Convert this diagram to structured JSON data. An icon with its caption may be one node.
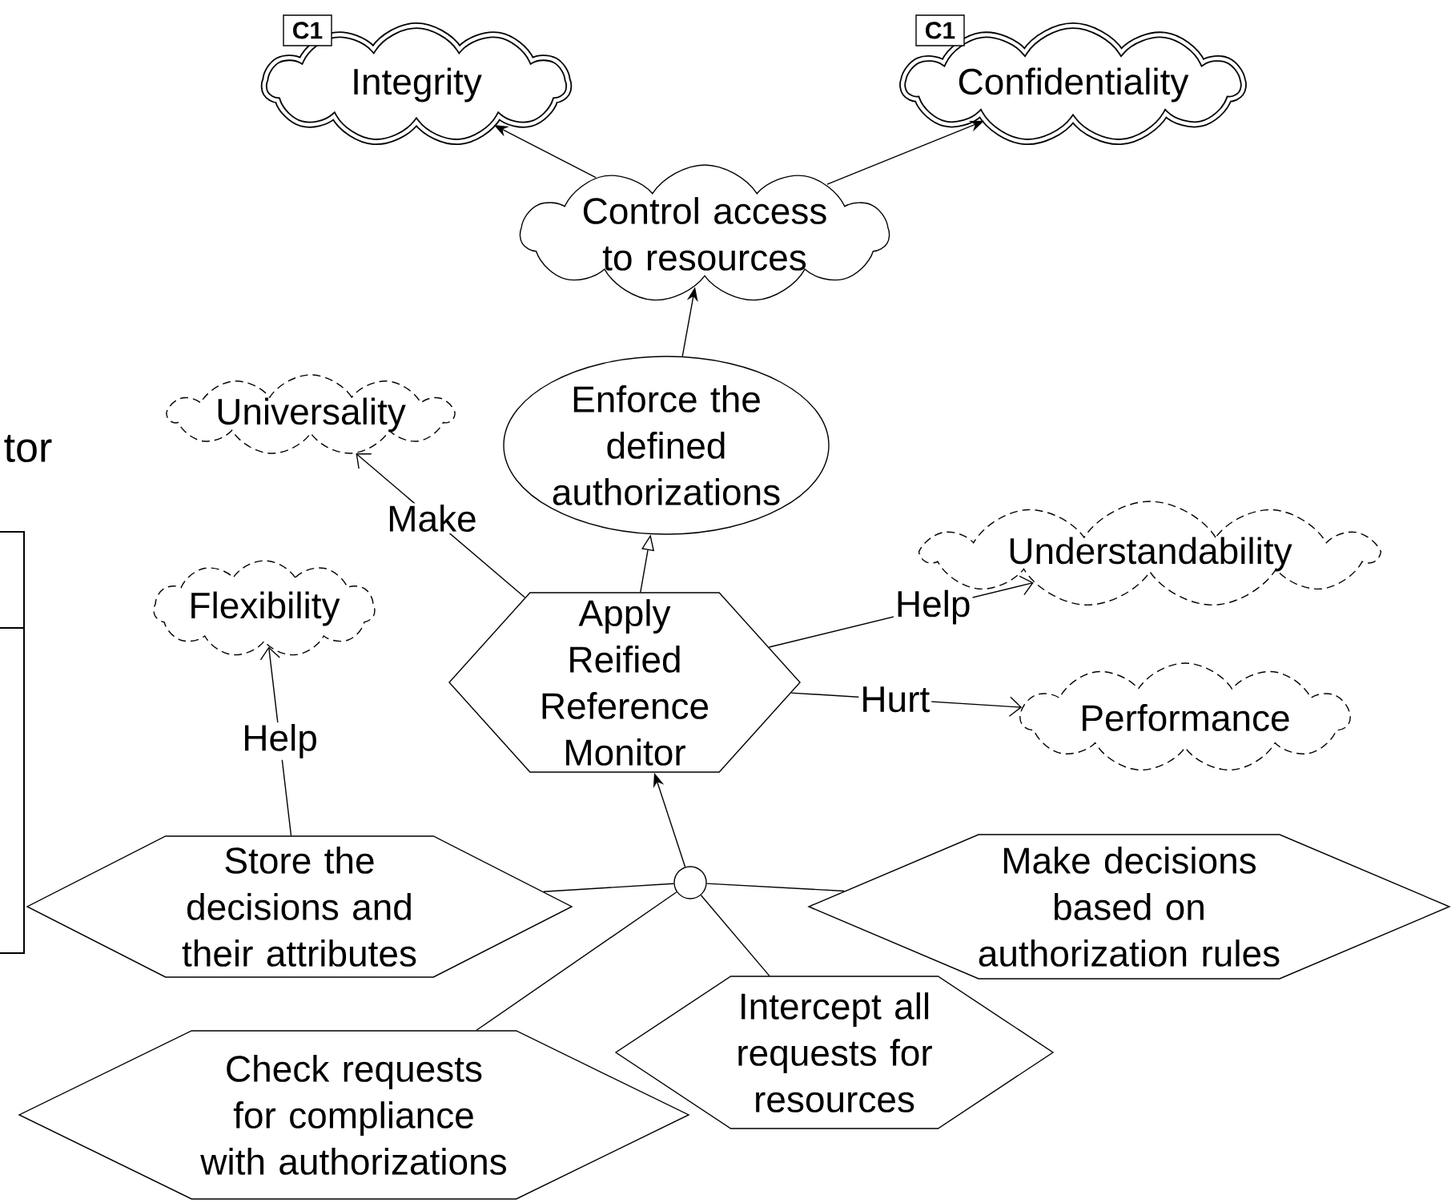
{
  "diagram": {
    "nodes": [
      {
        "text": [
          "C1",
          "Integrity"
        ]
      },
      {
        "text": [
          "C1",
          "Confidentiality"
        ]
      },
      {
        "text": [
          "Control access to resources"
        ]
      },
      {
        "text": [
          "Universality"
        ]
      },
      {
        "text": [
          "Enforce the defined authorizations"
        ]
      },
      {
        "text": [
          "Understandability"
        ]
      },
      {
        "text": [
          "Flexibility"
        ]
      },
      {
        "text": [
          "Apply Reified Reference Monitor"
        ]
      },
      {
        "text": [
          "Performance"
        ]
      },
      {
        "text": [
          "Store the decisions and their attributes"
        ]
      },
      {
        "text": [],
        "shape": "circle"
      },
      {
        "text": [
          "Make decisions based on authorization rules"
        ]
      },
      {
        "text": [
          "Intercept all requests for resources"
        ]
      },
      {
        "text": [
          "Check requests for compliance with authorizations"
        ]
      }
    ],
    "edges": [
      {
        "from": 2,
        "to": 0,
        "arrow": "to"
      },
      {
        "from": 2,
        "to": 1,
        "arrow": "to"
      },
      {
        "from": 4,
        "to": 2,
        "arrow": "to"
      },
      {
        "from": 7,
        "to": 4,
        "arrow": "to"
      },
      {
        "from": 7,
        "to": 3,
        "arrow": "to",
        "label": "Make"
      },
      {
        "from": 7,
        "to": 5,
        "arrow": "to",
        "label": "Help"
      },
      {
        "from": 7,
        "to": 8,
        "arrow": "to",
        "label": "Hurt"
      },
      {
        "from": 9,
        "to": 6,
        "arrow": "to",
        "label": "Help"
      },
      {
        "from": 10,
        "to": 7,
        "arrow": "to"
      },
      {
        "from": 9,
        "to": 10,
        "arrow": "none"
      },
      {
        "from": 11,
        "to": 10,
        "arrow": "none"
      },
      {
        "from": 12,
        "to": 10,
        "arrow": "none"
      },
      {
        "from": 13,
        "to": 10,
        "arrow": "none"
      }
    ],
    "labels": [
      "tor"
    ]
  }
}
